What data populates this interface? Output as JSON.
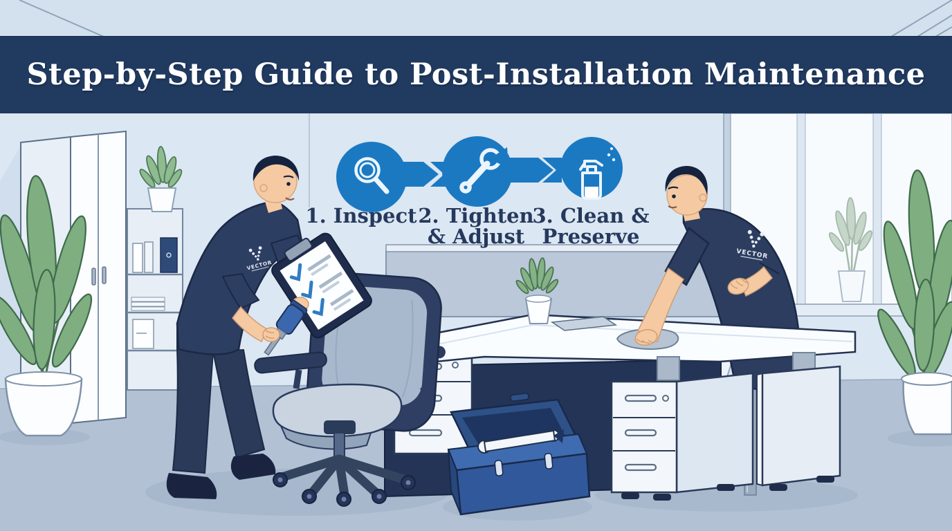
{
  "banner": {
    "title": "Step-by-Step Guide to Post-Installation Maintenance"
  },
  "process": {
    "steps": [
      {
        "line1": "1. Inspect",
        "line2": "",
        "icon": "magnifier-icon"
      },
      {
        "line1": "2. Tighten",
        "line2": "& Adjust",
        "icon": "wrench-icon"
      },
      {
        "line1": "3. Clean &",
        "line2": "Preserve",
        "icon": "spray-bottle-icon"
      }
    ]
  },
  "scene": {
    "left_worker": {
      "shirt_logo": "VECTOR",
      "action": "tightening office chair with power screwdriver, holding checklist clipboard"
    },
    "right_worker": {
      "shirt_logo": "VECTOR",
      "action": "wiping desk surface with cloth"
    },
    "objects": [
      "storage-cabinet",
      "bookshelf",
      "potted-plants",
      "office-chair",
      "l-shaped-desk",
      "drawer-pedestals",
      "open-toolbox-with-wrench",
      "office-window",
      "desk-partition",
      "checklist-clipboard",
      "power-screwdriver",
      "cleaning-cloth"
    ]
  },
  "colors": {
    "banner_navy": "#213a60",
    "step_circle_blue": "#1b79c2",
    "step_label_navy": "#26395c",
    "icon_stroke": "#eaf5fe",
    "wall": "#dbe7f3",
    "ceiling": "#d3e1ee",
    "floor": "#b3c1d4",
    "outline_ink": "#22314f",
    "uniform_navy": "#2c3d60",
    "desk_panel_navy": "#243457",
    "toolbox_blue": "#31589b",
    "plant_green": "#7fae81",
    "skin": "#f5caa3",
    "furniture_white": "#f4f7fb"
  }
}
